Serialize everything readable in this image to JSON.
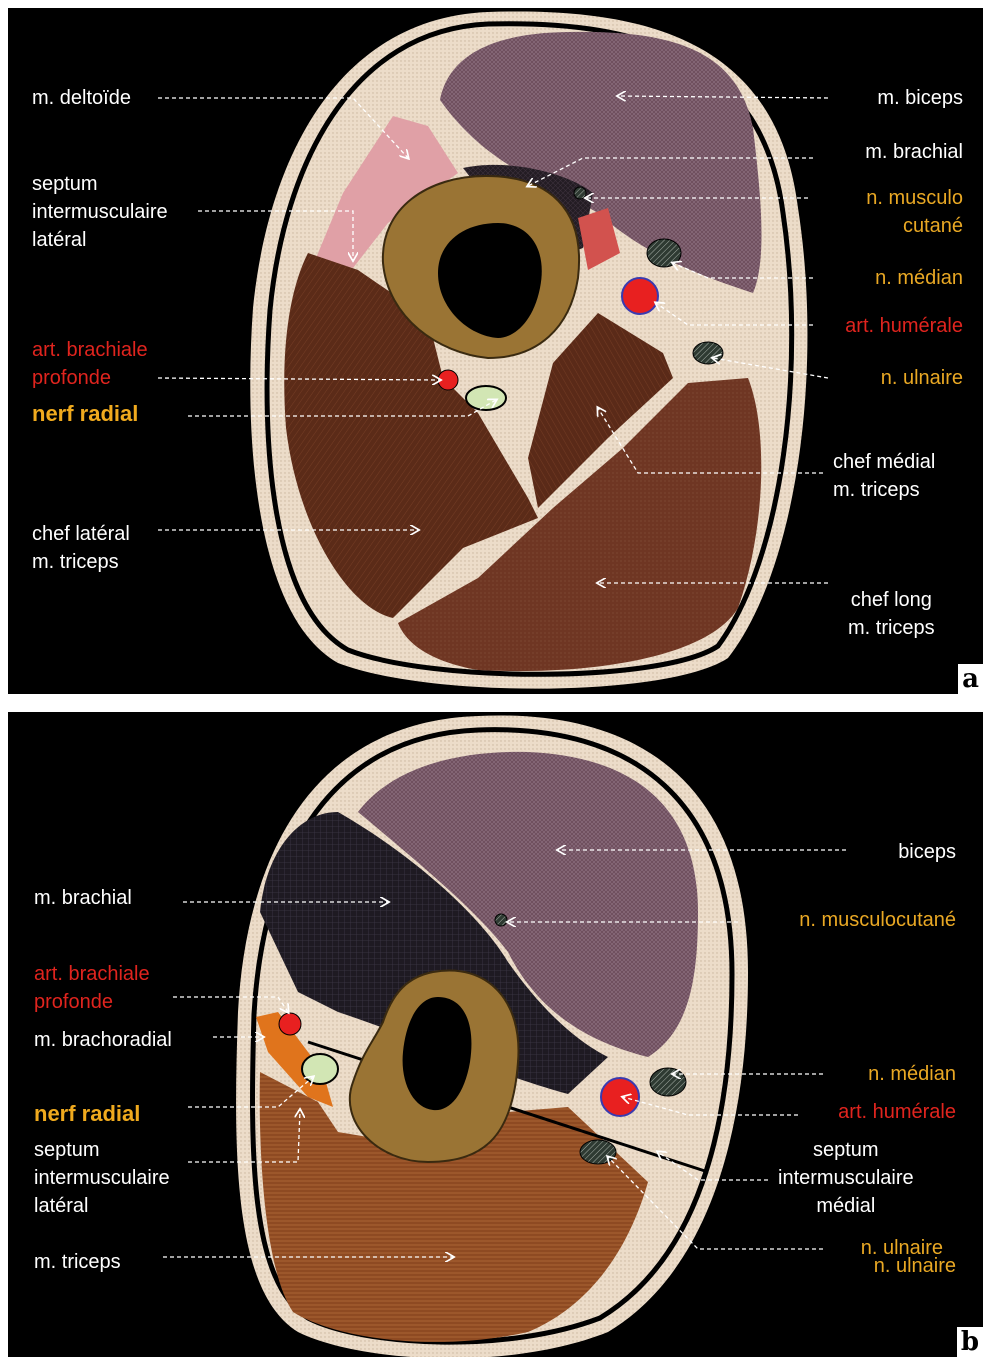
{
  "colors": {
    "background": "#000000",
    "skin": "#ecdcc9",
    "bone": "#9a7434",
    "biceps": "#6d4d5c",
    "brachial": "#231c23",
    "deltoid": "#e0a0a6",
    "triceps_dark": "#5b2b18",
    "triceps_medium": "#6f3623",
    "triceps_b": "#8e4a22",
    "brachioradial": "#e0741c",
    "artery": "#e82020",
    "nerve": "#2e3a32",
    "radial_nerve": "#d2e6b4",
    "label_white": "#ffffff",
    "label_red": "#e0241e",
    "label_yellow": "#e9a824"
  },
  "panel_a": {
    "letter": "a",
    "labels": {
      "deltoide": "m. deltoïde",
      "biceps": "m. biceps",
      "brachial": "m. brachial",
      "septum_lateral": "septum\nintermusculaire\nlatéral",
      "musculo_cutane": "n. musculo\ncutané",
      "median": "n. médian",
      "humerale": "art. humérale",
      "brachiale_profonde": "art. brachiale\nprofonde",
      "ulnaire": "n. ulnaire",
      "nerf_radial": "nerf radial",
      "chef_medial": "chef médial\nm. triceps",
      "chef_lateral": "chef latéral\nm. triceps",
      "chef_long": "chef long\nm. triceps"
    }
  },
  "panel_b": {
    "letter": "b",
    "labels": {
      "biceps": "biceps",
      "brachial": "m. brachial",
      "musculocutane": "n. musculocutané",
      "brachiale_profonde": "art. brachiale\nprofonde",
      "brachoradial": "m. brachoradial",
      "median": "n. médian",
      "nerf_radial": "nerf radial",
      "humerale": "art.  humérale",
      "septum_lateral": "septum\nintermusculaire\nlatéral",
      "septum_medial": "septum\nintermusculaire\nmédial",
      "ulnaire_1": "n. ulnaire",
      "ulnaire_2": "n. ulnaire",
      "triceps": "m. triceps"
    }
  }
}
